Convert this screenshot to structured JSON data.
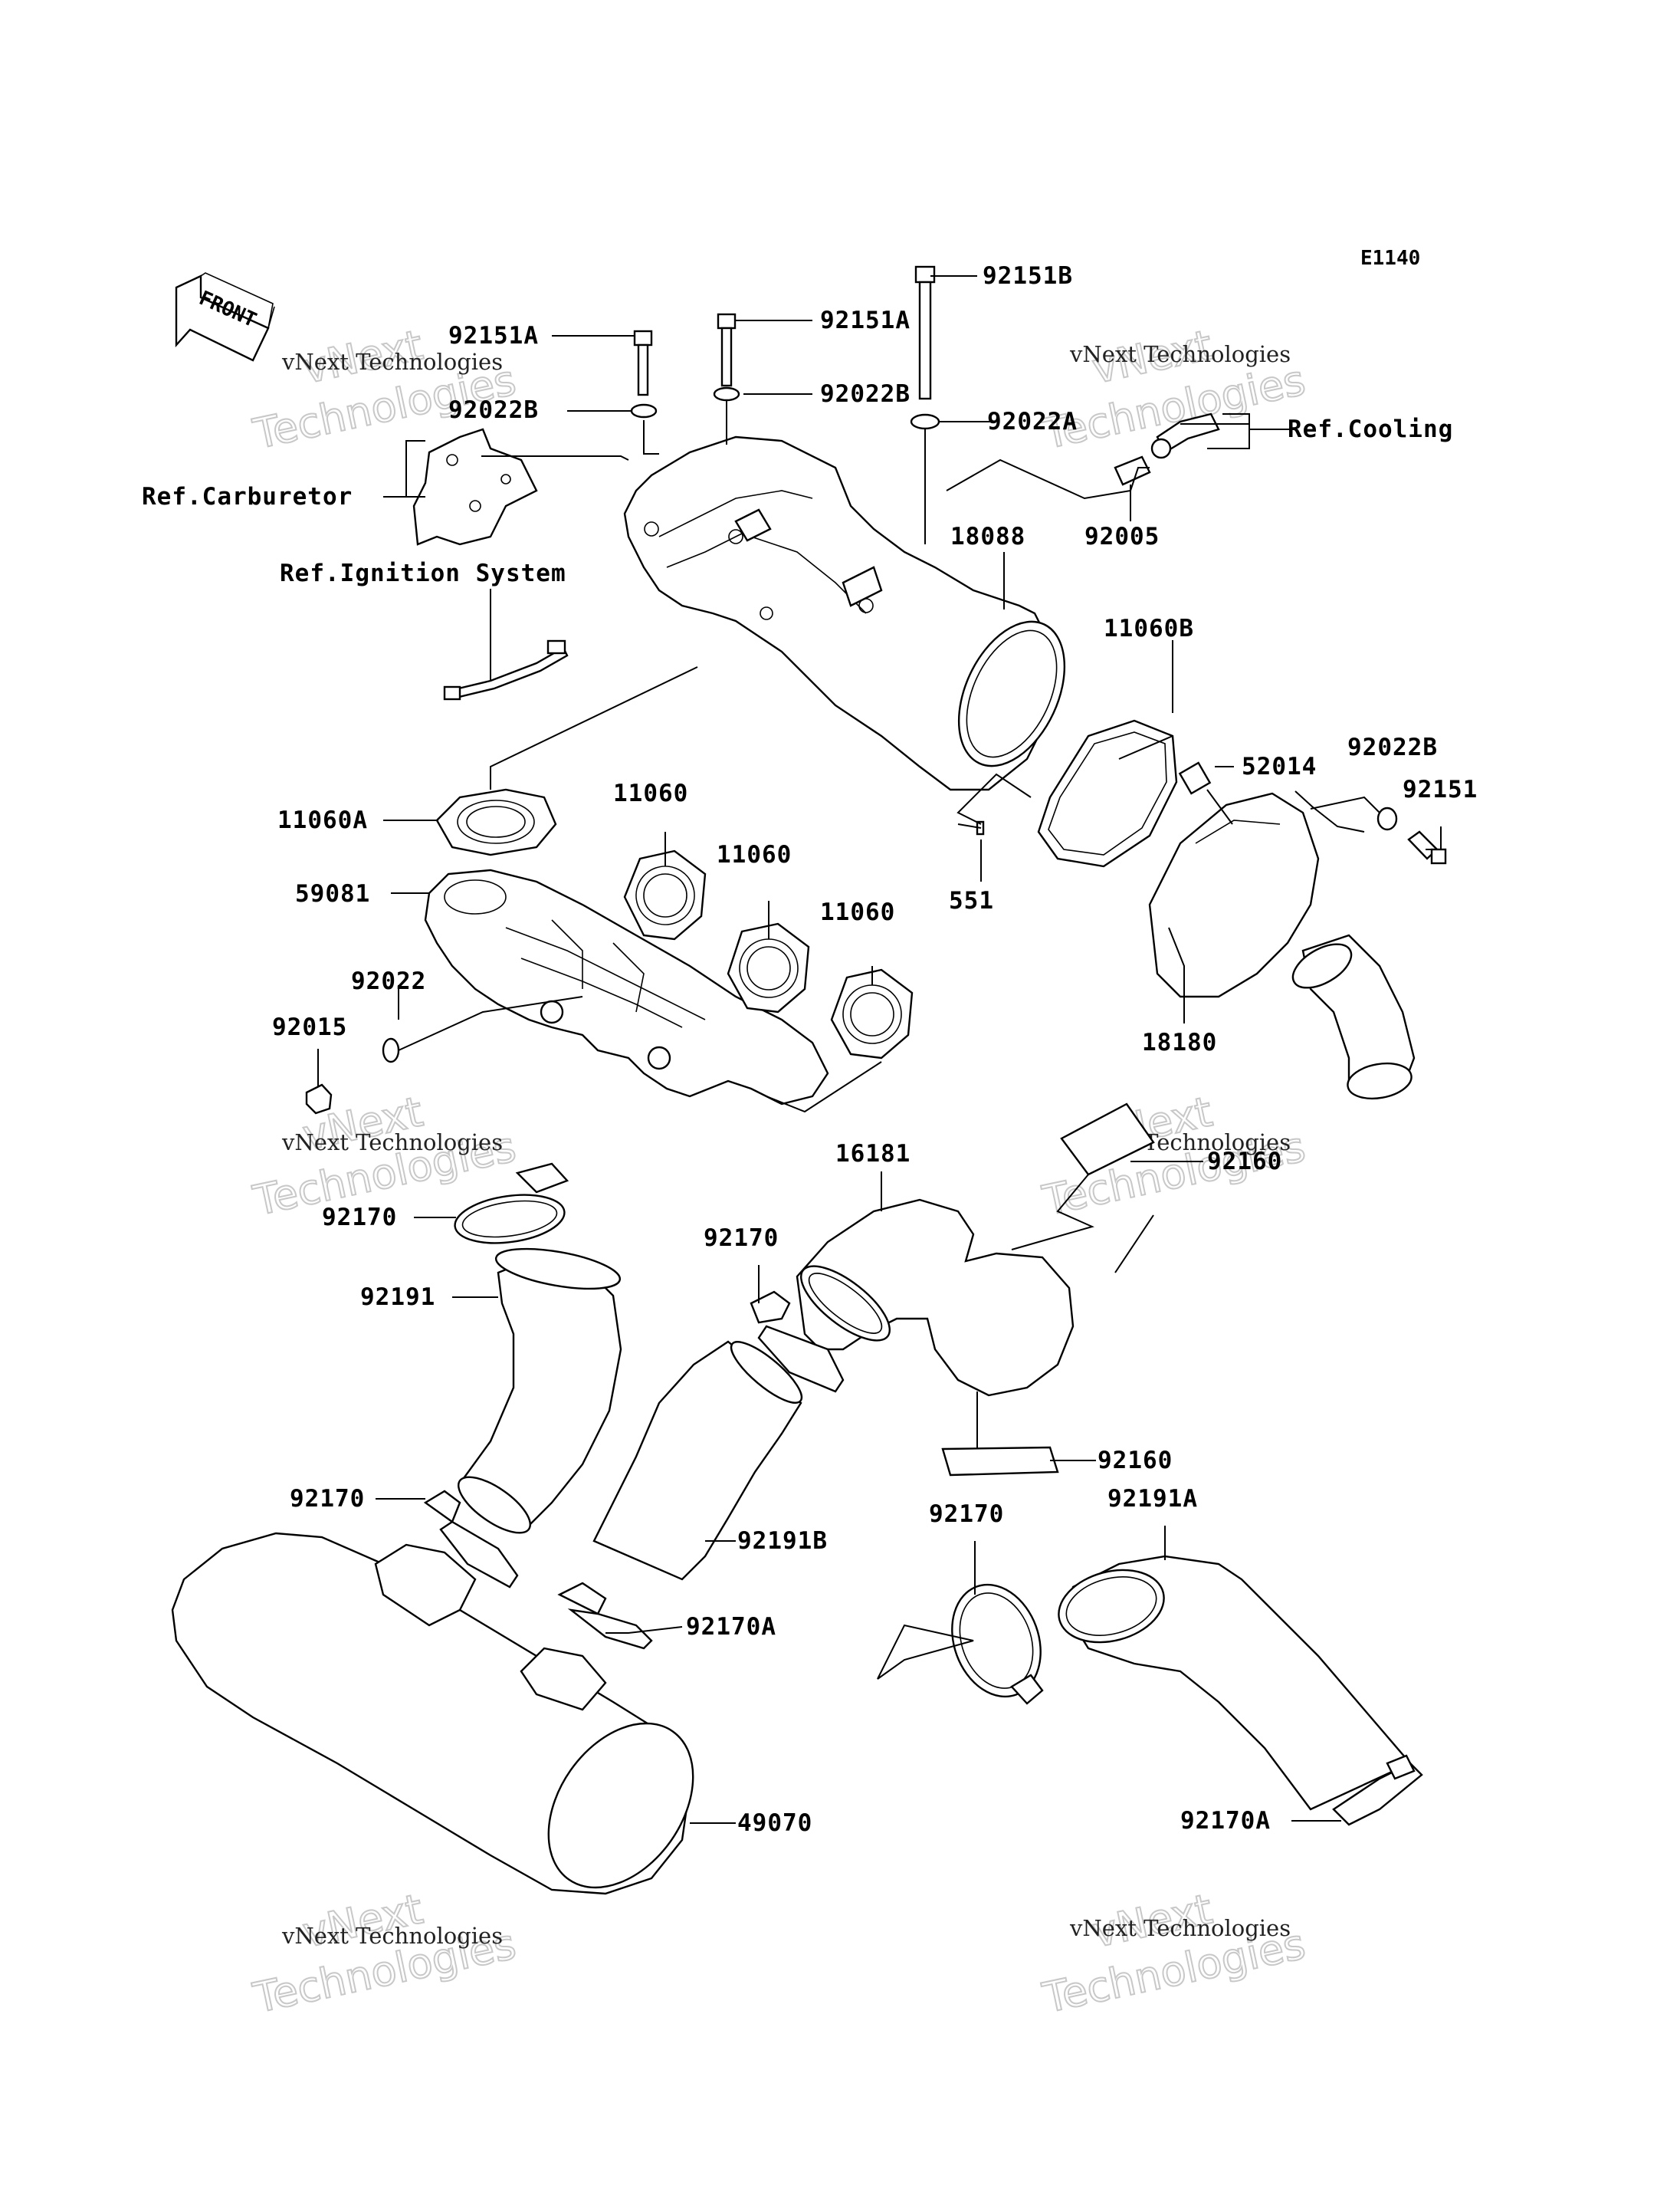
{
  "diagram_code": "E1140",
  "front_label": "FRONT",
  "watermark": {
    "brand": "vNext Technologies",
    "line1": "vNext",
    "line2": "Technologies"
  },
  "refs": {
    "carburetor": "Ref.Carburetor",
    "ignition": "Ref.Ignition System",
    "cooling": "Ref.Cooling"
  },
  "parts": {
    "p92151A_l": "92151A",
    "p92151A_r": "92151A",
    "p92151B": "92151B",
    "p92022B_l": "92022B",
    "p92022B_r": "92022B",
    "p92022A": "92022A",
    "p92005": "92005",
    "p18088": "18088",
    "p11060B": "11060B",
    "p92022B_rr": "92022B",
    "p52014": "52014",
    "p92151": "92151",
    "p11060A": "11060A",
    "p11060_1": "11060",
    "p11060_2": "11060",
    "p11060_3": "11060",
    "p59081": "59081",
    "p551": "551",
    "p18180": "18180",
    "p92022": "92022",
    "p92015": "92015",
    "p92160_top": "92160",
    "p16181": "16181",
    "p92170_a": "92170",
    "p92170_b": "92170",
    "p92191": "92191",
    "p92160_bot": "92160",
    "p92170_c": "92170",
    "p92191B": "92191B",
    "p92170_d": "92170",
    "p92191A": "92191A",
    "p92170A_l": "92170A",
    "p49070": "49070",
    "p92170A_r": "92170A"
  }
}
